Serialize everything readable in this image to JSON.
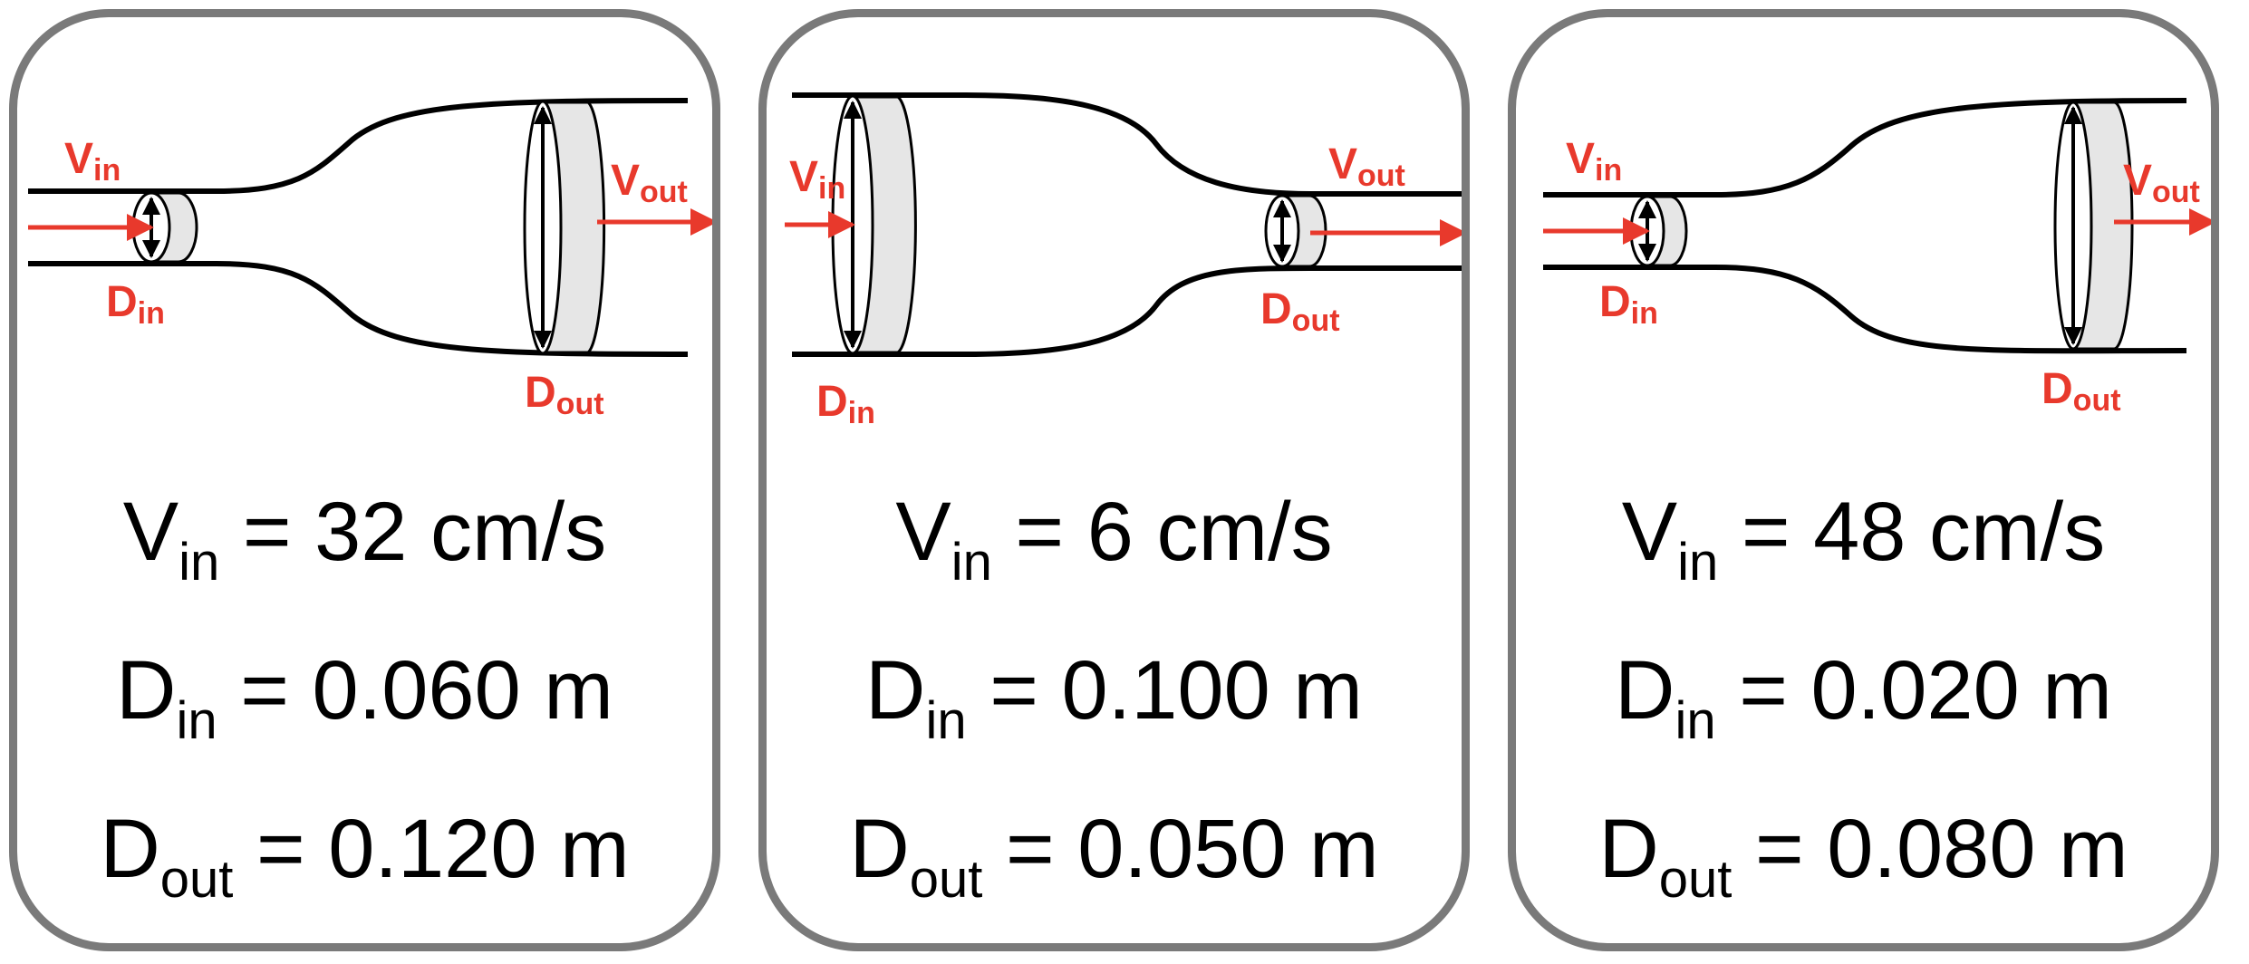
{
  "colors": {
    "label_red": "#e8392c",
    "border_gray": "#7a7a7a",
    "disk_fill": "#e6e6e6"
  },
  "labels": {
    "v_letter": "V",
    "d_letter": "D",
    "in_sub": "in",
    "out_sub": "out"
  },
  "panels": [
    {
      "variant": "expand",
      "rows": [
        {
          "sym": "V",
          "sub": "in",
          "value": " = 32 cm/s"
        },
        {
          "sym": "D",
          "sub": "in",
          "value": " = 0.060 m"
        },
        {
          "sym": "D",
          "sub": "out",
          "value": " = 0.120 m"
        }
      ]
    },
    {
      "variant": "contract",
      "rows": [
        {
          "sym": "V",
          "sub": "in",
          "value": " = 6 cm/s"
        },
        {
          "sym": "D",
          "sub": "in",
          "value": " = 0.100 m"
        },
        {
          "sym": "D",
          "sub": "out",
          "value": " = 0.050 m"
        }
      ]
    },
    {
      "variant": "expand",
      "rows": [
        {
          "sym": "V",
          "sub": "in",
          "value": " = 48 cm/s"
        },
        {
          "sym": "D",
          "sub": "in",
          "value": " = 0.020 m"
        },
        {
          "sym": "D",
          "sub": "out",
          "value": " = 0.080 m"
        }
      ]
    }
  ]
}
